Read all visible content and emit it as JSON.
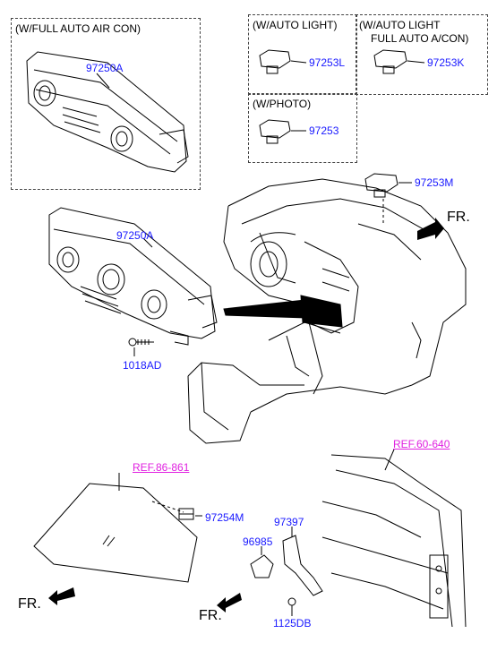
{
  "boxes": {
    "full_auto_aircon": "(W/FULL AUTO AIR CON)",
    "auto_light": "(W/AUTO LIGHT)",
    "auto_light_aircon_line1": "(W/AUTO LIGHT",
    "auto_light_aircon_line2": "FULL AUTO A/CON)",
    "photo": "(W/PHOTO)"
  },
  "parts": {
    "p97250A_top": "97250A",
    "p97253L": "97253L",
    "p97253K": "97253K",
    "p97253": "97253",
    "p97253M": "97253M",
    "p97250A_mid": "97250A",
    "p1018AD": "1018AD",
    "p97254M": "97254M",
    "p97397": "97397",
    "p96985": "96985",
    "p1125DB": "1125DB"
  },
  "refs": {
    "ref86": "REF.86-861",
    "ref60": "REF.60-640"
  },
  "front": {
    "top": "FR.",
    "bottom_left": "FR.",
    "bottom_mid": "FR."
  }
}
